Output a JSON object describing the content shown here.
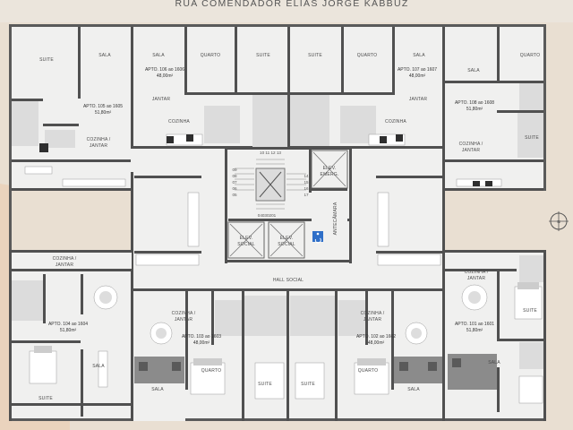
{
  "street_name": "RUA COMENDADOR ELIAS JORGE KABBUZ",
  "compass_label": "N",
  "core": {
    "hall": "HALL SOCIAL",
    "elev_social_1": [
      "ELEV.",
      "SOCIAL"
    ],
    "elev_social_2": [
      "ELEV.",
      "SOCIAL"
    ],
    "elev_emerg": [
      "ELEV.",
      "EMERG."
    ],
    "antecamara": "ANTECÂMARA",
    "stair_top": "10 11 12 13",
    "stair_left": [
      "09",
      "08",
      "07",
      "06",
      "05"
    ],
    "stair_right": [
      "14",
      "15",
      "16",
      "17"
    ],
    "stair_bottom": "04030201"
  },
  "apartments": {
    "a105": {
      "lines": [
        "APTO. 105 ao 1605",
        "51,80m²"
      ],
      "rooms": {
        "suite": "SUITE",
        "sala": "SALA",
        "kitchen": [
          "COZINHA /",
          "JANTAR"
        ]
      }
    },
    "a106": {
      "lines": [
        "APTO. 106 ao 1606",
        "48,00m²"
      ],
      "rooms": {
        "sala": "SALA",
        "quarto": "QUARTO",
        "suite": "SUITE",
        "jantar": "JANTAR",
        "cozinha": "COZINHA"
      }
    },
    "a107": {
      "lines": [
        "APTO. 107 ao 1607",
        "48,00m²"
      ],
      "rooms": {
        "suite": "SUITE",
        "quarto": "QUARTO",
        "sala": "SALA",
        "jantar": "JANTAR",
        "cozinha": "COZINHA"
      }
    },
    "a108": {
      "lines": [
        "APTO. 108 ao 1608",
        "51,80m²"
      ],
      "rooms": {
        "sala": "SALA",
        "quarto": "QUARTO",
        "suite": "SUITE",
        "kitchen": [
          "COZINHA /",
          "JANTAR"
        ]
      }
    },
    "a104": {
      "lines": [
        "APTO. 104 ao 1604",
        "51,80m²"
      ],
      "rooms": {
        "kitchen": [
          "COZINHA /",
          "JANTAR"
        ],
        "sala": "SALA",
        "suite": "SUITE"
      }
    },
    "a103": {
      "lines": [
        "APTO. 103 ao 1603",
        "48,00m²"
      ],
      "rooms": {
        "kitchen": [
          "COZINHA /",
          "JANTAR"
        ],
        "sala": "SALA",
        "quarto": "QUARTO",
        "suite": "SUITE"
      }
    },
    "a102": {
      "lines": [
        "APTO. 102 ao 1602",
        "48,00m²"
      ],
      "rooms": {
        "kitchen": [
          "COZINHA /",
          "JANTAR"
        ],
        "quarto": "QUARTO",
        "sala": "SALA",
        "suite": "SUITE"
      }
    },
    "a101": {
      "lines": [
        "APTO. 101 ao 1601",
        "51,80m²"
      ],
      "rooms": {
        "kitchen": [
          "COZINHA /",
          "JANTAR"
        ],
        "suite": "SUITE",
        "sala": "SALA"
      }
    }
  },
  "colors": {
    "background": "#e9dfd2",
    "floor": "#f0f0ef",
    "wall": "#505050",
    "hatch_left": "#ead3bd",
    "accessibility": "#2f6fc8"
  }
}
